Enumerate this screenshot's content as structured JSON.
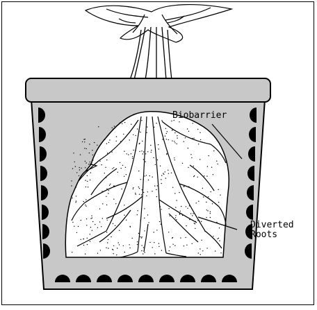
{
  "labels": {
    "biobarrier": "Biobarrier",
    "diverted_line1": "Diverted",
    "diverted_line2": "Roots"
  },
  "colors": {
    "pot_fill": "#c8c8c8",
    "soil_fill": "#ffffff",
    "barrier_nodule": "#000000",
    "stroke": "#000000"
  }
}
